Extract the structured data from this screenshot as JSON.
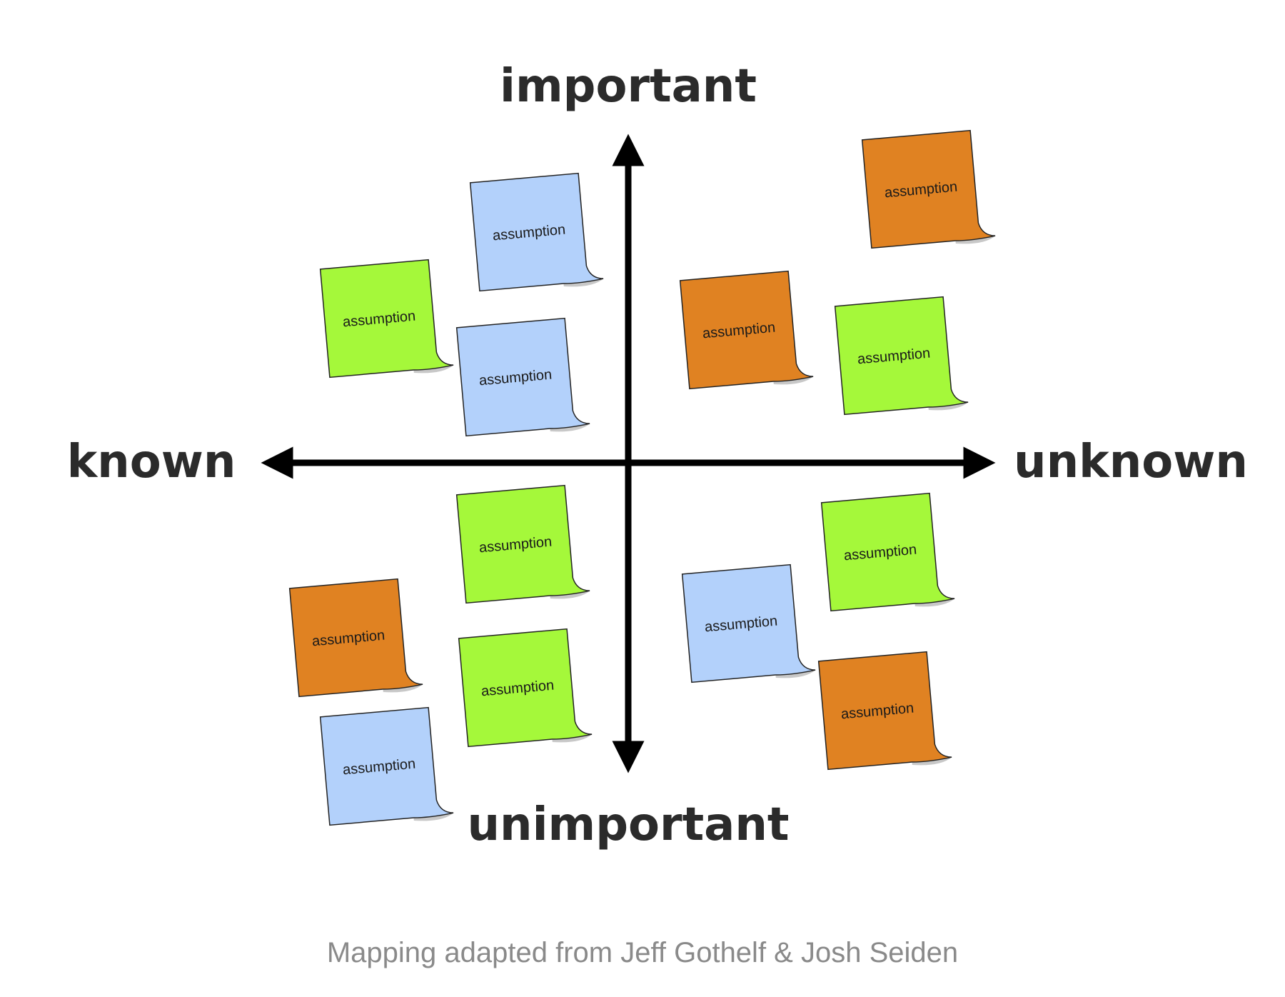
{
  "axes": {
    "top": "important",
    "bottom": "unimportant",
    "left": "known",
    "right": "unknown"
  },
  "colors": {
    "blue": "#b3d1fb",
    "green": "#a5f83a",
    "orange": "#e08222",
    "axis": "#000000"
  },
  "quadrants": {
    "important_known": {
      "notes": [
        {
          "label": "assumption",
          "color": "blue"
        },
        {
          "label": "assumption",
          "color": "green"
        },
        {
          "label": "assumption",
          "color": "blue"
        }
      ]
    },
    "important_unknown": {
      "notes": [
        {
          "label": "assumption",
          "color": "orange"
        },
        {
          "label": "assumption",
          "color": "orange"
        },
        {
          "label": "assumption",
          "color": "green"
        }
      ]
    },
    "unimportant_known": {
      "notes": [
        {
          "label": "assumption",
          "color": "green"
        },
        {
          "label": "assumption",
          "color": "orange"
        },
        {
          "label": "assumption",
          "color": "green"
        },
        {
          "label": "assumption",
          "color": "blue"
        }
      ]
    },
    "unimportant_unknown": {
      "notes": [
        {
          "label": "assumption",
          "color": "green"
        },
        {
          "label": "assumption",
          "color": "blue"
        },
        {
          "label": "assumption",
          "color": "orange"
        }
      ]
    }
  },
  "caption": "Mapping adapted from Jeff Gothelf & Josh Seiden"
}
